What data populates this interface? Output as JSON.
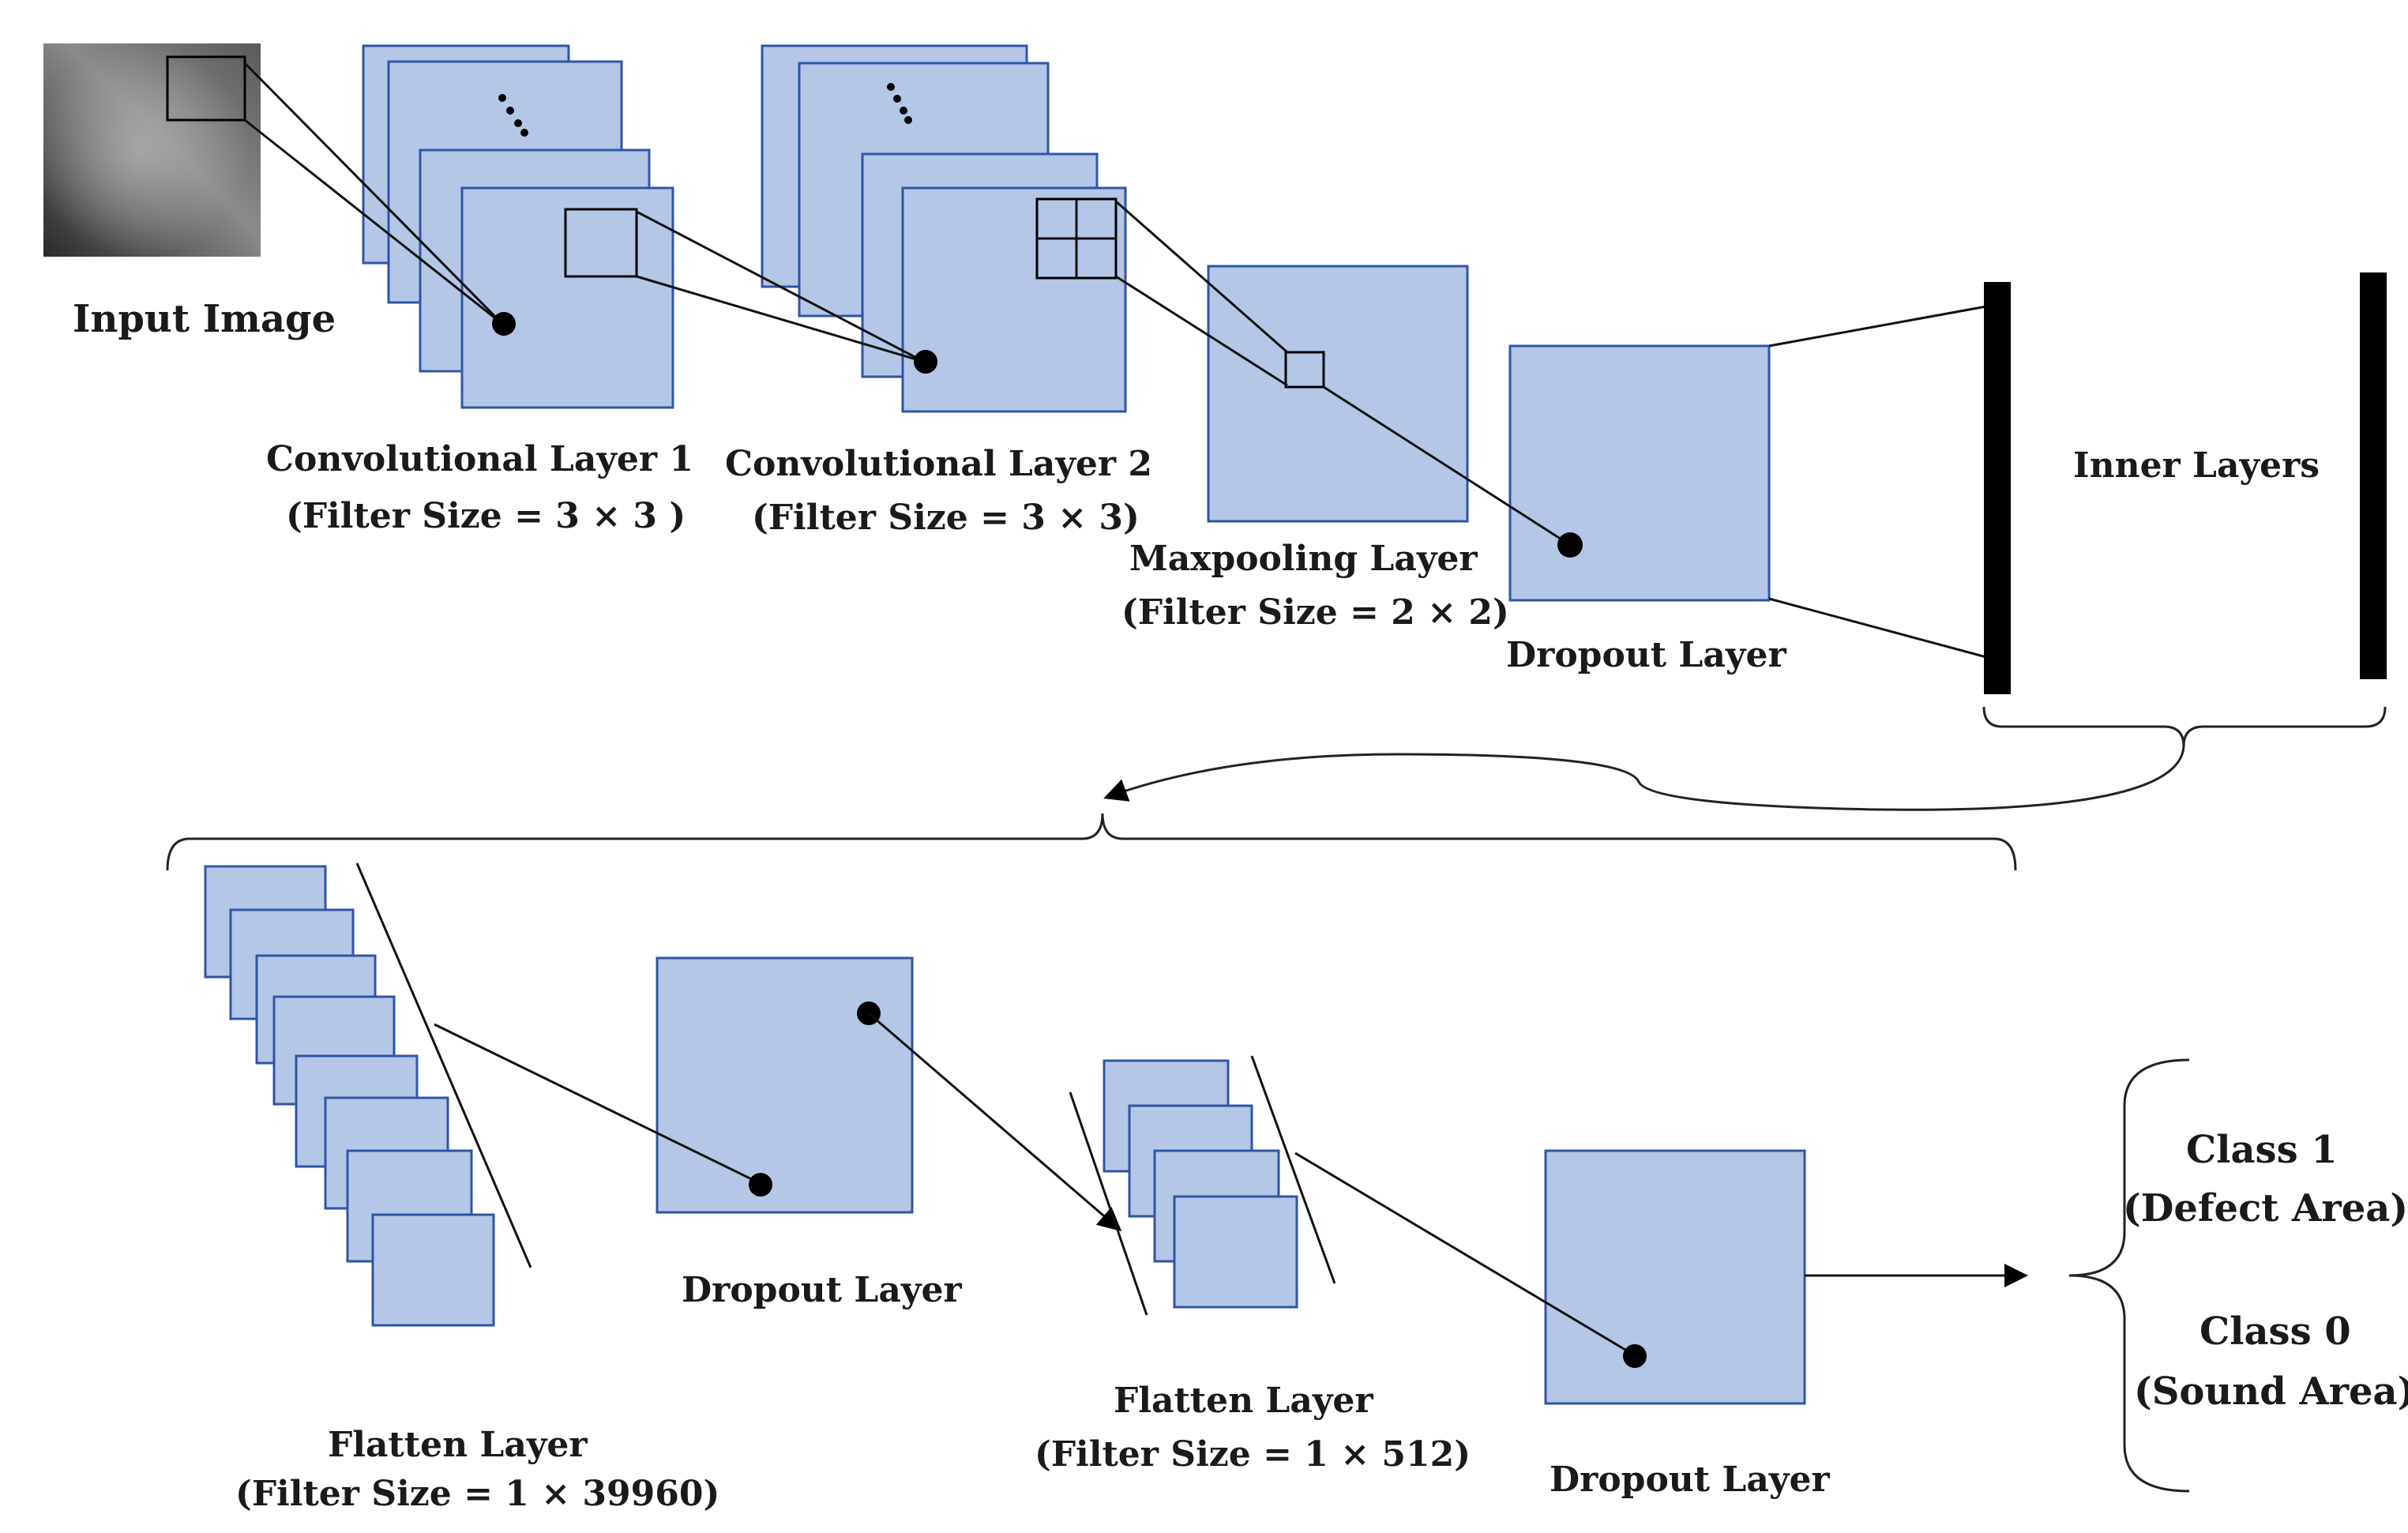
{
  "labels": {
    "input_image": "Input Image",
    "conv1_title": "Convolutional Layer 1",
    "conv1_filter": "(Filter Size = 3 × 3 )",
    "conv2_title": "Convolutional Layer 2",
    "conv2_filter": "(Filter Size = 3 × 3)",
    "maxpool_title": "Maxpooling Layer",
    "maxpool_filter": "(Filter Size = 2 × 2)",
    "dropout1": "Dropout Layer",
    "inner_layers": "Inner Layers",
    "flatten1_title": "Flatten Layer",
    "flatten1_filter": "(Filter Size = 1 × 39960)",
    "dropout2": "Dropout Layer",
    "flatten2_title": "Flatten Layer",
    "flatten2_filter": "(Filter Size =  1 × 512)",
    "dropout3": "Dropout Layer",
    "class1_title": "Class  1",
    "class1_desc": "(Defect Area)",
    "class0_title": "Class  0",
    "class0_desc": "(Sound Area)"
  },
  "colors": {
    "feature_map_fill": "#b4c7e7",
    "feature_map_stroke": "#2f55a4",
    "line": "#111111"
  }
}
